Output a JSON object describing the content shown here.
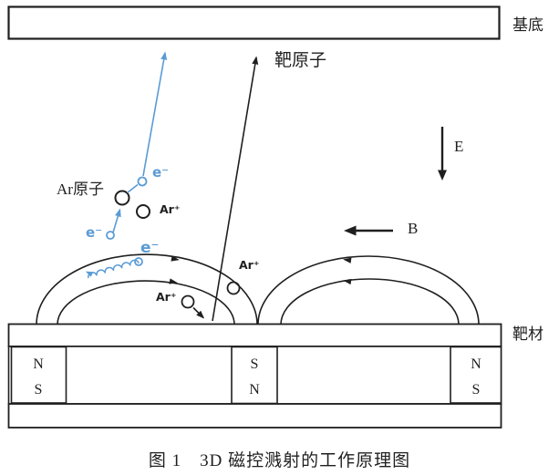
{
  "labels": {
    "substrate": "基底",
    "target": "靶材",
    "target_atom": "靶原子",
    "ar_atom": "Ar原子",
    "electron": "e⁻",
    "ar_ion": "Ar⁺",
    "e_field": "E",
    "b_field": "B"
  },
  "magnets": [
    {
      "top": "N",
      "bottom": "S"
    },
    {
      "top": "S",
      "bottom": "N"
    },
    {
      "top": "N",
      "bottom": "S"
    }
  ],
  "caption": "图 1　3D 磁控溅射的工作原理图",
  "colors": {
    "ink": "#1f1f1f",
    "electron": "#5b9bd5"
  }
}
